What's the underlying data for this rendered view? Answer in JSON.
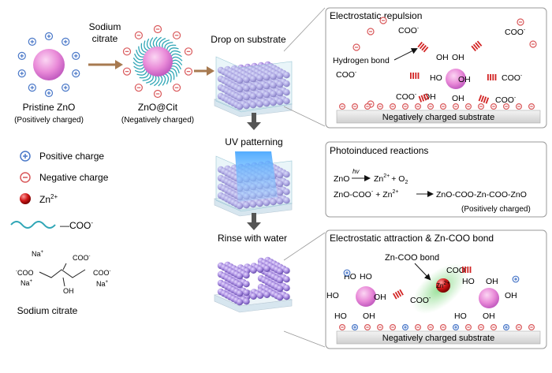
{
  "colors": {
    "particle": "#e98ad8",
    "particle_dark": "#c35cc0",
    "positive": "#4a78c8",
    "negative": "#d9585a",
    "zinc": "#d01818",
    "bond": "#d22424",
    "citrate": "#2fa6b6",
    "arrow": "#a77a50",
    "glow": "#9adf9a",
    "panel_border": "#9a9a9a",
    "substrate": "#e9e9e9"
  },
  "left": {
    "pristine_label": "Pristine ZnO",
    "pristine_sub": "(Positively charged)",
    "arrow_label_1": "Sodium",
    "arrow_label_2": "citrate",
    "cit_label": "ZnO@Cit",
    "cit_sub": "(Negatively charged)"
  },
  "legend": {
    "positive": "Positive charge",
    "negative": "Negative charge",
    "zinc_base": "Zn",
    "zinc_sup": "2+",
    "coo_base": "—COO",
    "coo_sup": "-",
    "citrate_name": "Sodium citrate",
    "struct": {
      "na1": "Na",
      "na2": "Na",
      "na3": "Na",
      "sup_plus": "+",
      "coo_top": "COO",
      "coo_left": "COO",
      "coo_right": "COO",
      "sup_minus": "-",
      "oh": "OH"
    }
  },
  "steps": {
    "drop": "Drop on substrate",
    "uv": "UV patterning",
    "rinse": "Rinse with water"
  },
  "panel1": {
    "title": "Electrostatic repulsion",
    "hbond": "Hydrogen bond",
    "oh": "OH",
    "ho": "HO",
    "coo": "COO",
    "minus": "-",
    "substrate": "Negatively charged substrate"
  },
  "panel2": {
    "title": "Photoinduced reactions",
    "hv": "hv",
    "eq1_left": "ZnO",
    "eq1_zn": "Zn",
    "eq1_zn_sup": "2+",
    "eq1_plus_o2": "+ O",
    "eq1_o2_sub": "2",
    "eq2_left": "ZnO-COO",
    "eq2_minus": "-",
    "eq2_plus": "+ Zn",
    "eq2_sup": "2+",
    "eq2_right": "ZnO-COO-Zn-COO-ZnO",
    "eq2_note": "(Positively charged)"
  },
  "panel3": {
    "title": "Electrostatic attraction & Zn-COO bond",
    "bond_label": "Zn-COO bond",
    "zn": "Zn",
    "zn_sup": "2+",
    "ho": "HO",
    "oh": "OH",
    "coo": "COO",
    "minus": "-",
    "substrate": "Negatively charged substrate"
  }
}
